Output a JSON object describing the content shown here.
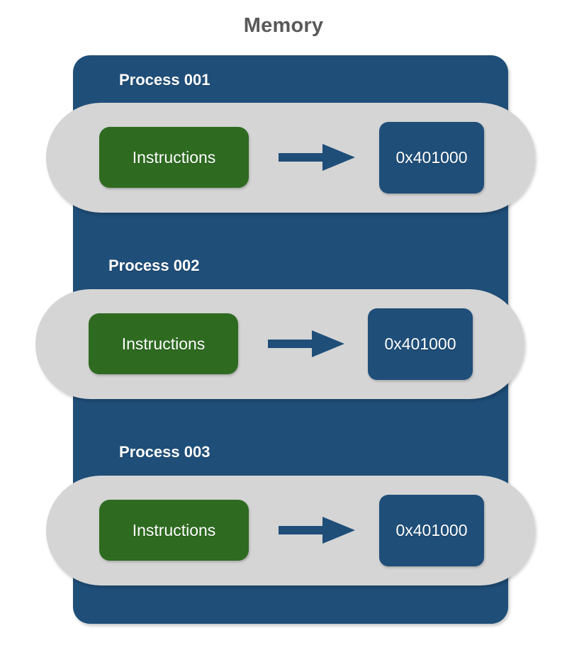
{
  "title": "Memory",
  "colors": {
    "title_text": "#595959",
    "memory_panel": "#1F4E79",
    "capsule": "#D5D5D5",
    "instructions_box": "#2E6B20",
    "address_box": "#1F4E79",
    "arrow": "#1F4E79",
    "label_text": "#FFFFFF",
    "background": "#FFFFFF"
  },
  "processes": [
    {
      "label": "Process 001",
      "instructions_label": "Instructions",
      "address": "0x401000",
      "arrow_icon": "right-arrow-icon"
    },
    {
      "label": "Process 002",
      "instructions_label": "Instructions",
      "address": "0x401000",
      "arrow_icon": "right-arrow-icon"
    },
    {
      "label": "Process 003",
      "instructions_label": "Instructions",
      "address": "0x401000",
      "arrow_icon": "right-arrow-icon"
    }
  ]
}
